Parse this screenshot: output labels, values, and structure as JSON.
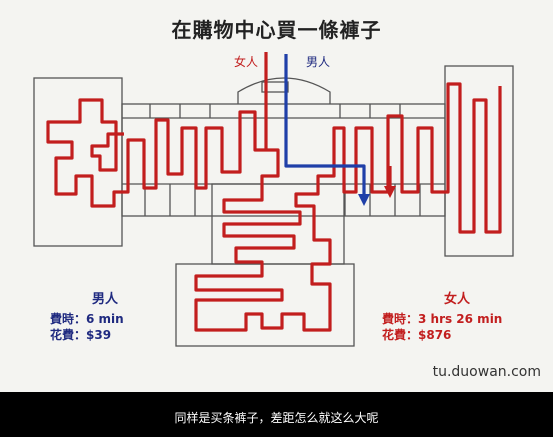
{
  "title": "在購物中心買一條褲子",
  "labels": {
    "female": "女人",
    "male": "男人"
  },
  "men": {
    "heading": "男人",
    "time": "費時：6 min",
    "cost": "花費：$39"
  },
  "women": {
    "heading": "女人",
    "time": "費時：3 hrs 26 min",
    "cost": "花費：$876"
  },
  "watermark": "tu.duowan.com",
  "caption": "同样是买条裤子，差距怎么就这么大呢",
  "colors": {
    "women_path": "#c21e1e",
    "men_path": "#1f3fa8",
    "walls": "#555555",
    "panel": "#f4f4f1"
  }
}
